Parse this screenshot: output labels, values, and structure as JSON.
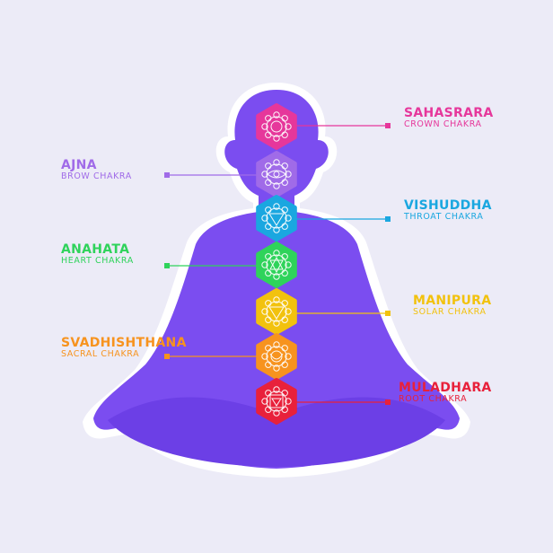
{
  "colors": {
    "background": "#ecebf7",
    "silhouette": "#7b4df0",
    "halo": "#ffffff"
  },
  "chakras": [
    {
      "key": "sahasrara",
      "name": "SAHASRARA",
      "sub": "CROWN CHAKRA",
      "color": "#e6379b",
      "icon": "crown-lotus-icon"
    },
    {
      "key": "ajna",
      "name": "AJNA",
      "sub": "BROW CHAKRA",
      "color": "#a06be8",
      "icon": "third-eye-icon"
    },
    {
      "key": "vishuddha",
      "name": "VISHUDDHA",
      "sub": "THROAT CHAKRA",
      "color": "#1aa7e0",
      "icon": "throat-lotus-icon"
    },
    {
      "key": "anahata",
      "name": "ANAHATA",
      "sub": "HEART CHAKRA",
      "color": "#2fd35b",
      "icon": "heart-hexagram-icon"
    },
    {
      "key": "manipura",
      "name": "MANIPURA",
      "sub": "SOLAR CHAKRA",
      "color": "#f2c20e",
      "icon": "solar-triangle-icon"
    },
    {
      "key": "svadhishthana",
      "name": "SVADHISHTHANA",
      "sub": "SACRAL CHAKRA",
      "color": "#f7931e",
      "icon": "sacral-crescent-icon"
    },
    {
      "key": "muladhara",
      "name": "MULADHARA",
      "sub": "ROOT CHAKRA",
      "color": "#e8213b",
      "icon": "root-square-icon"
    }
  ]
}
